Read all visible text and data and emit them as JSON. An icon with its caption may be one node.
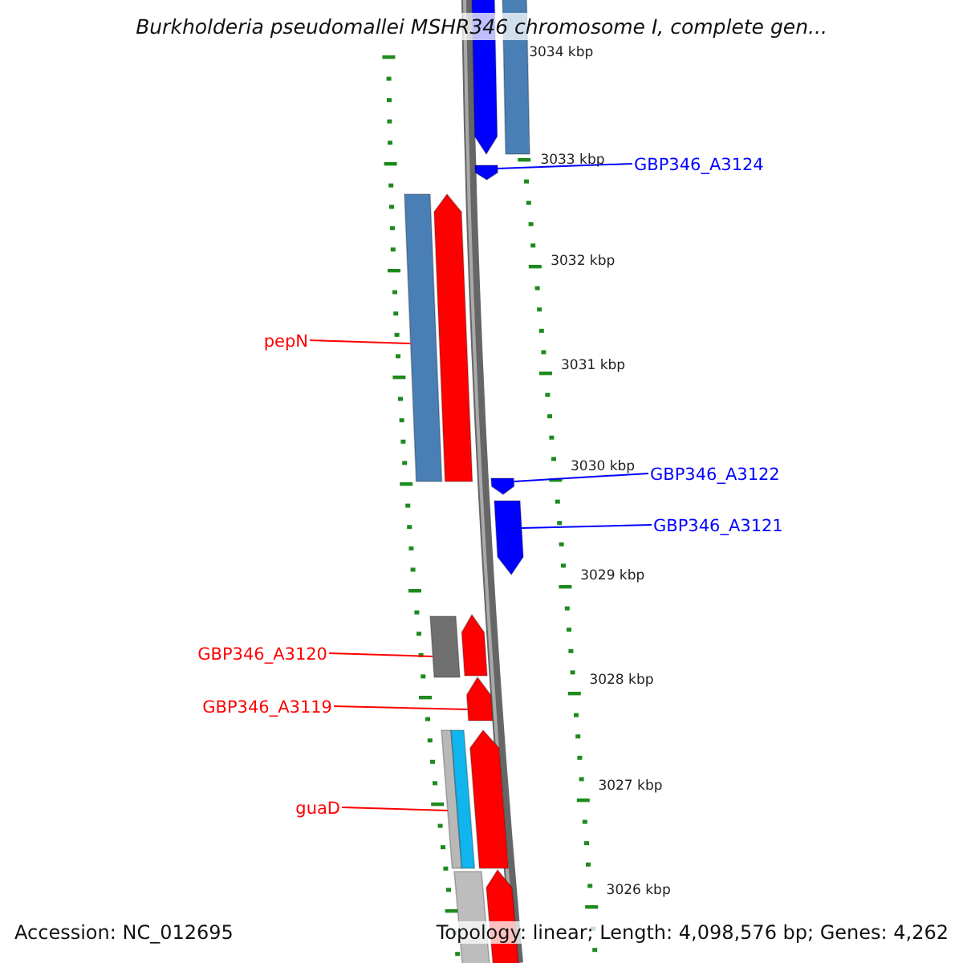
{
  "diagram": {
    "title": "Burkholderia pseudomallei MSHR346 chromosome I, complete gen...",
    "nodes": [
      {
        "text": [],
        "shape": "pentagon"
      },
      {
        "text": [],
        "shape": "bar"
      },
      {
        "text": [],
        "shape": "pentagon"
      },
      {
        "text": [],
        "shape": "bar"
      },
      {
        "text": [],
        "shape": "pentagon"
      },
      {
        "text": [],
        "shape": "pentagon"
      },
      {
        "text": [],
        "shape": "pentagon"
      },
      {
        "text": [],
        "shape": "bar"
      },
      {
        "text": [],
        "shape": "pentagon"
      },
      {
        "text": [],
        "shape": "pentagon"
      },
      {
        "text": [],
        "shape": "bar"
      },
      {
        "text": [],
        "shape": "bar"
      },
      {
        "text": [],
        "shape": "pentagon"
      },
      {
        "text": [],
        "shape": "bar"
      },
      {
        "text": [],
        "shape": "pentagon"
      },
      {
        "text": [
          "GBP346_A3124"
        ]
      },
      {
        "text": [
          "pepN"
        ]
      },
      {
        "text": [
          "GBP346_A3122"
        ]
      },
      {
        "text": [
          "GBP346_A3121"
        ]
      },
      {
        "text": [
          "GBP346_A3120"
        ]
      },
      {
        "text": [
          "GBP346_A3119"
        ]
      },
      {
        "text": [
          "guaD"
        ]
      }
    ],
    "edges": [
      {
        "from": 15,
        "to": 2,
        "arrow": "none",
        "color": "#0000ff"
      },
      {
        "from": 16,
        "to": 3,
        "arrow": "none"
      },
      {
        "from": 17,
        "to": 5,
        "arrow": "none",
        "color": "#0000ff"
      },
      {
        "from": 18,
        "to": 6,
        "arrow": "none",
        "color": "#0000ff"
      },
      {
        "from": 19,
        "to": 7,
        "arrow": "none"
      },
      {
        "from": 20,
        "to": 9,
        "arrow": "none"
      },
      {
        "from": 21,
        "to": 10,
        "arrow": "none"
      }
    ],
    "labels": [
      "3034 kbp",
      "3033 kbp",
      "3032 kbp",
      "3031 kbp",
      "3030 kbp",
      "3029 kbp",
      "3028 kbp",
      "3027 kbp",
      "3026 kbp",
      "Accession: NC_012695",
      "Topology: linear; Length: 4,098,576 bp; Genes: 4,262"
    ]
  }
}
